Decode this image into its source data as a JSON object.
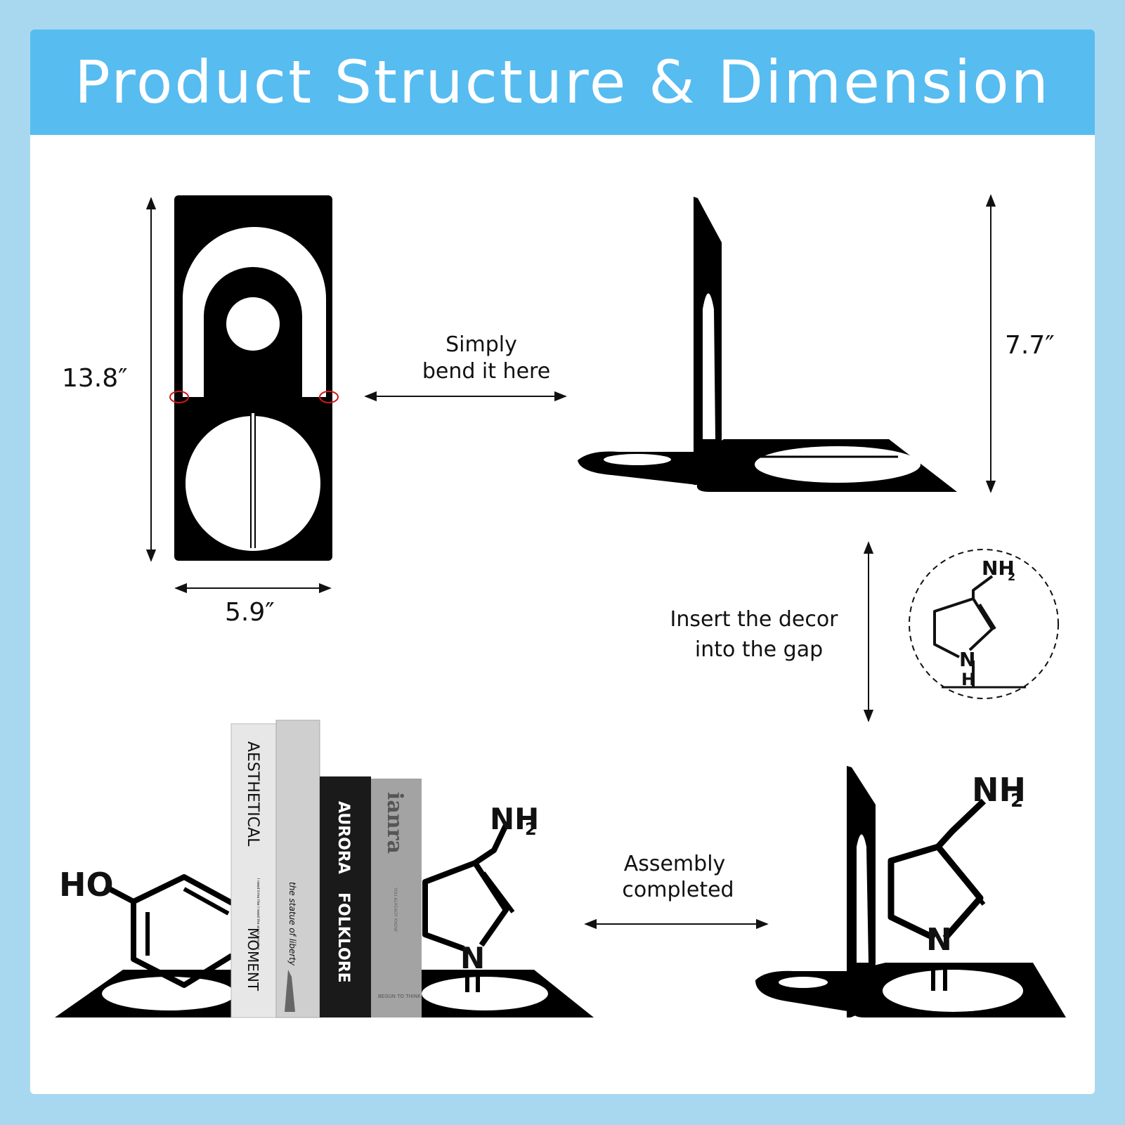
{
  "title": "Product Structure & Dimension",
  "colors": {
    "background": "#a8d8f0",
    "header": "#57bcf0",
    "panel": "#ffffff",
    "metal": "#000000",
    "marker": "#d01818"
  },
  "flat_panel": {
    "height_label": "13.8″",
    "width_label": "5.9″"
  },
  "bend_step": {
    "line1": "Simply",
    "line2": "bend it here"
  },
  "bent_bookend": {
    "height_label": "7.7″"
  },
  "insert_step": {
    "line1": "Insert the decor",
    "line2": "into the gap"
  },
  "decor_molecule": {
    "amine": "NH",
    "subscript": "2",
    "ring_n": "N",
    "ring_h": "H"
  },
  "complete_step": {
    "line1": "Assembly",
    "line2": "completed"
  },
  "serotonin_decor": {
    "hydroxyl": "HO"
  },
  "books": [
    {
      "title": "AESTHETICAL",
      "subtitle": "MOMENT",
      "blurb": "I need time like I need the air to breathe"
    },
    {
      "title": "the statue of liberty"
    },
    {
      "title": "AURORA",
      "subtitle": "FOLKLORE"
    },
    {
      "title": "ianra",
      "tagline": "YOU ALREADY KNOW",
      "footer": "BEGUN TO THINK"
    }
  ],
  "icons": [
    "dimension-arrow-icon",
    "bend-marker-icon"
  ]
}
